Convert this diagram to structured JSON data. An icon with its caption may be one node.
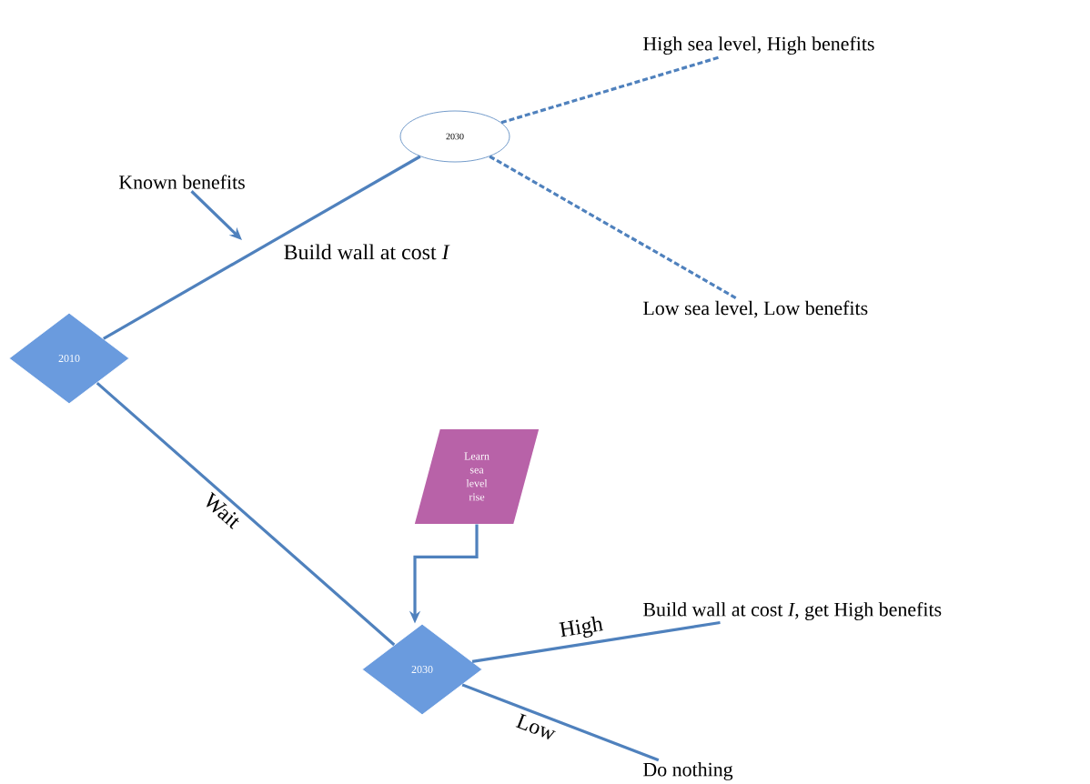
{
  "diagram": {
    "nodes": [
      {
        "text": [
          "Known benefits"
        ]
      },
      {
        "text": [
          "2010"
        ]
      },
      {
        "text": [
          "2030"
        ]
      },
      {
        "text": [
          "High sea level, High benefits"
        ]
      },
      {
        "text": [
          "Low sea level, Low benefits"
        ]
      },
      {
        "text": [
          "Learn sea level rise"
        ]
      },
      {
        "text": [
          "2030"
        ]
      },
      {
        "text": [
          "Build wall at cost *I*, get High benefits"
        ]
      },
      {
        "text": [
          "Do nothing"
        ]
      }
    ],
    "edges": [
      {
        "from": 0,
        "to": null,
        "arrow": "to"
      },
      {
        "from": 1,
        "to": 2,
        "arrow": "none",
        "label": "Build wall at cost *I*"
      },
      {
        "from": 2,
        "to": 3,
        "arrow": "none",
        "style": "dashed"
      },
      {
        "from": 2,
        "to": 4,
        "arrow": "none",
        "style": "dashed"
      },
      {
        "from": 1,
        "to": 6,
        "arrow": "none",
        "label": "Wait"
      },
      {
        "from": 5,
        "to": 6,
        "arrow": "to"
      },
      {
        "from": 6,
        "to": 7,
        "arrow": "none",
        "label": "High"
      },
      {
        "from": 6,
        "to": 8,
        "arrow": "none",
        "label": "Low"
      }
    ]
  }
}
